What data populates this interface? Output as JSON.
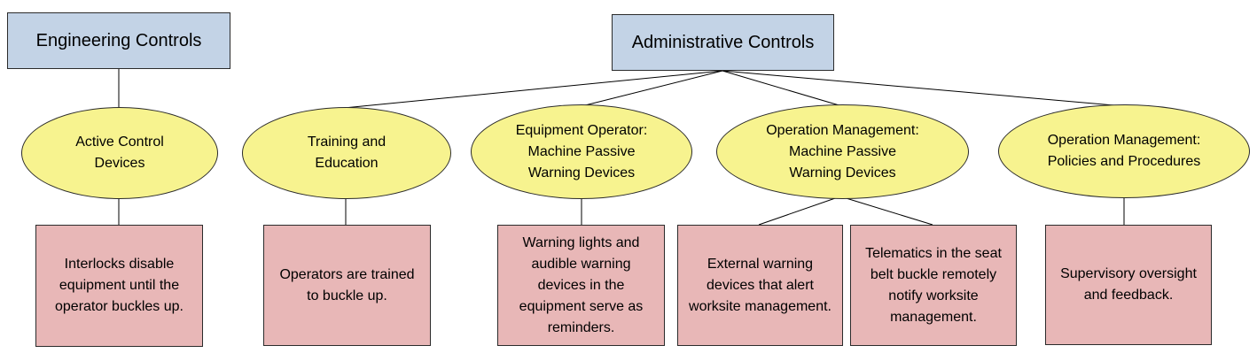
{
  "categories": {
    "engineering": "Engineering Controls",
    "administrative": "Administrative Controls"
  },
  "approaches": {
    "active_control": "Active Control\nDevices",
    "training": "Training and\nEducation",
    "operator_warning": "Equipment Operator:\nMachine Passive\nWarning Devices",
    "management_warning": "Operation Management:\nMachine Passive\nWarning Devices",
    "policies": "Operation Management:\nPolicies and Procedures"
  },
  "examples": {
    "interlocks": "Interlocks disable\nequipment until the\noperator buckles up.",
    "trained": "Operators are trained\nto buckle up.",
    "warning_lights": "Warning lights and\naudible warning\ndevices in the\nequipment serve as\nreminders.",
    "external_warning": "External warning\ndevices that alert\nworksite management.",
    "telematics": "Telematics in the seat\nbelt buckle remotely\nnotify worksite\nmanagement.",
    "supervisory": "Supervisory oversight\nand feedback."
  }
}
